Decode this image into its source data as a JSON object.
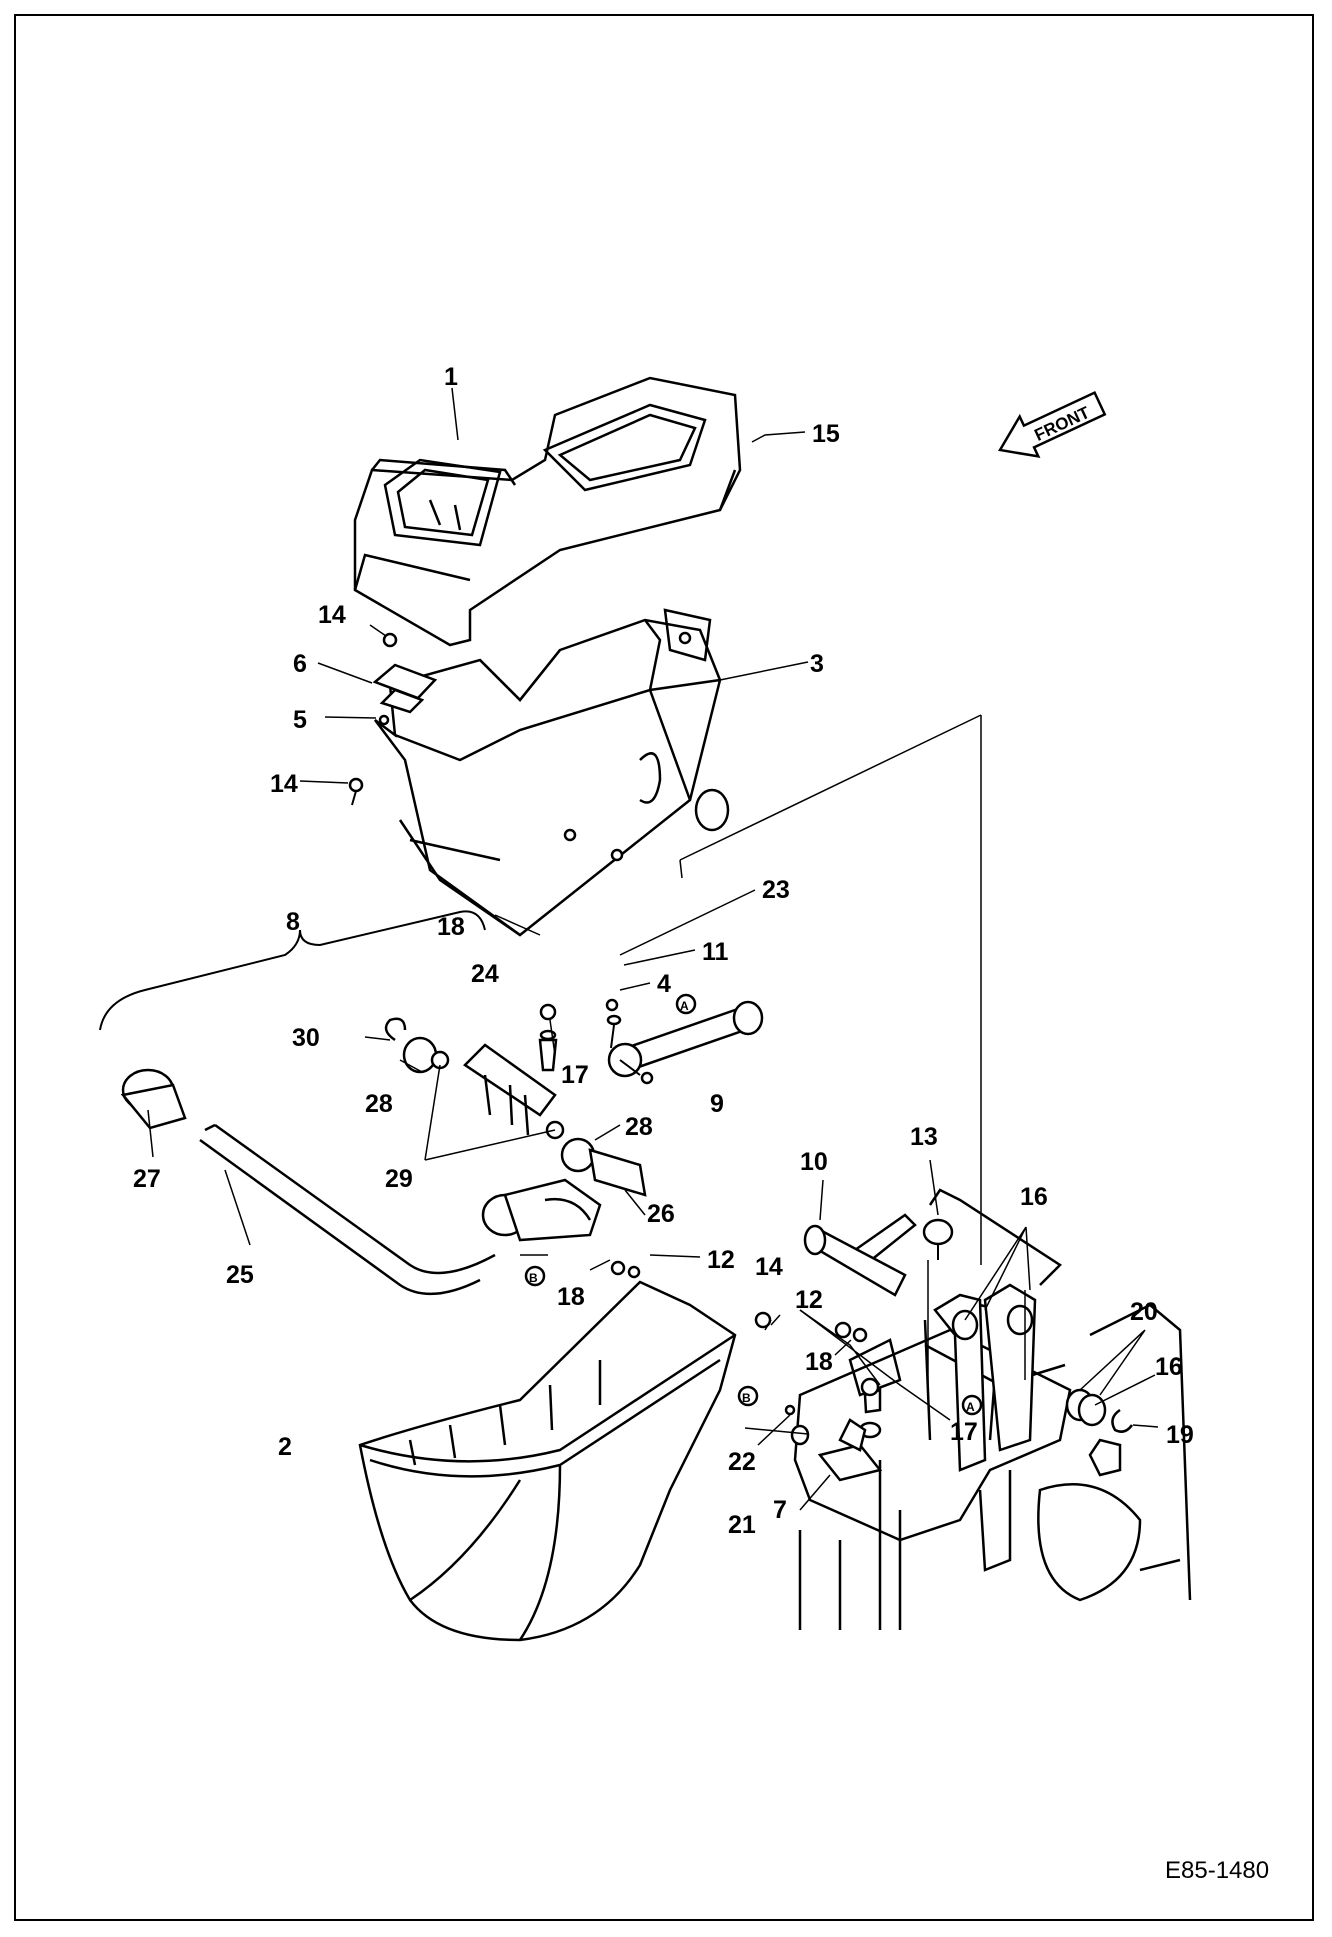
{
  "drawing_number": "E85-1480",
  "front_arrow_label": "FRONT",
  "reference_markers": {
    "A": "A",
    "B": "B"
  },
  "callouts": {
    "c1": "1",
    "c2": "2",
    "c3": "3",
    "c4": "4",
    "c5": "5",
    "c6": "6",
    "c7": "7",
    "c8": "8",
    "c9": "9",
    "c10": "10",
    "c11": "11",
    "c12a": "12",
    "c12b": "12",
    "c13": "13",
    "c14a": "14",
    "c14b": "14",
    "c14c": "14",
    "c15": "15",
    "c16a": "16",
    "c16b": "16",
    "c17a": "17",
    "c17b": "17",
    "c18a": "18",
    "c18b": "18",
    "c18c": "18",
    "c19": "19",
    "c20": "20",
    "c21": "21",
    "c22": "22",
    "c23": "23",
    "c24": "24",
    "c25": "25",
    "c26": "26",
    "c27": "27",
    "c28a": "28",
    "c28b": "28",
    "c29": "29",
    "c30": "30"
  }
}
